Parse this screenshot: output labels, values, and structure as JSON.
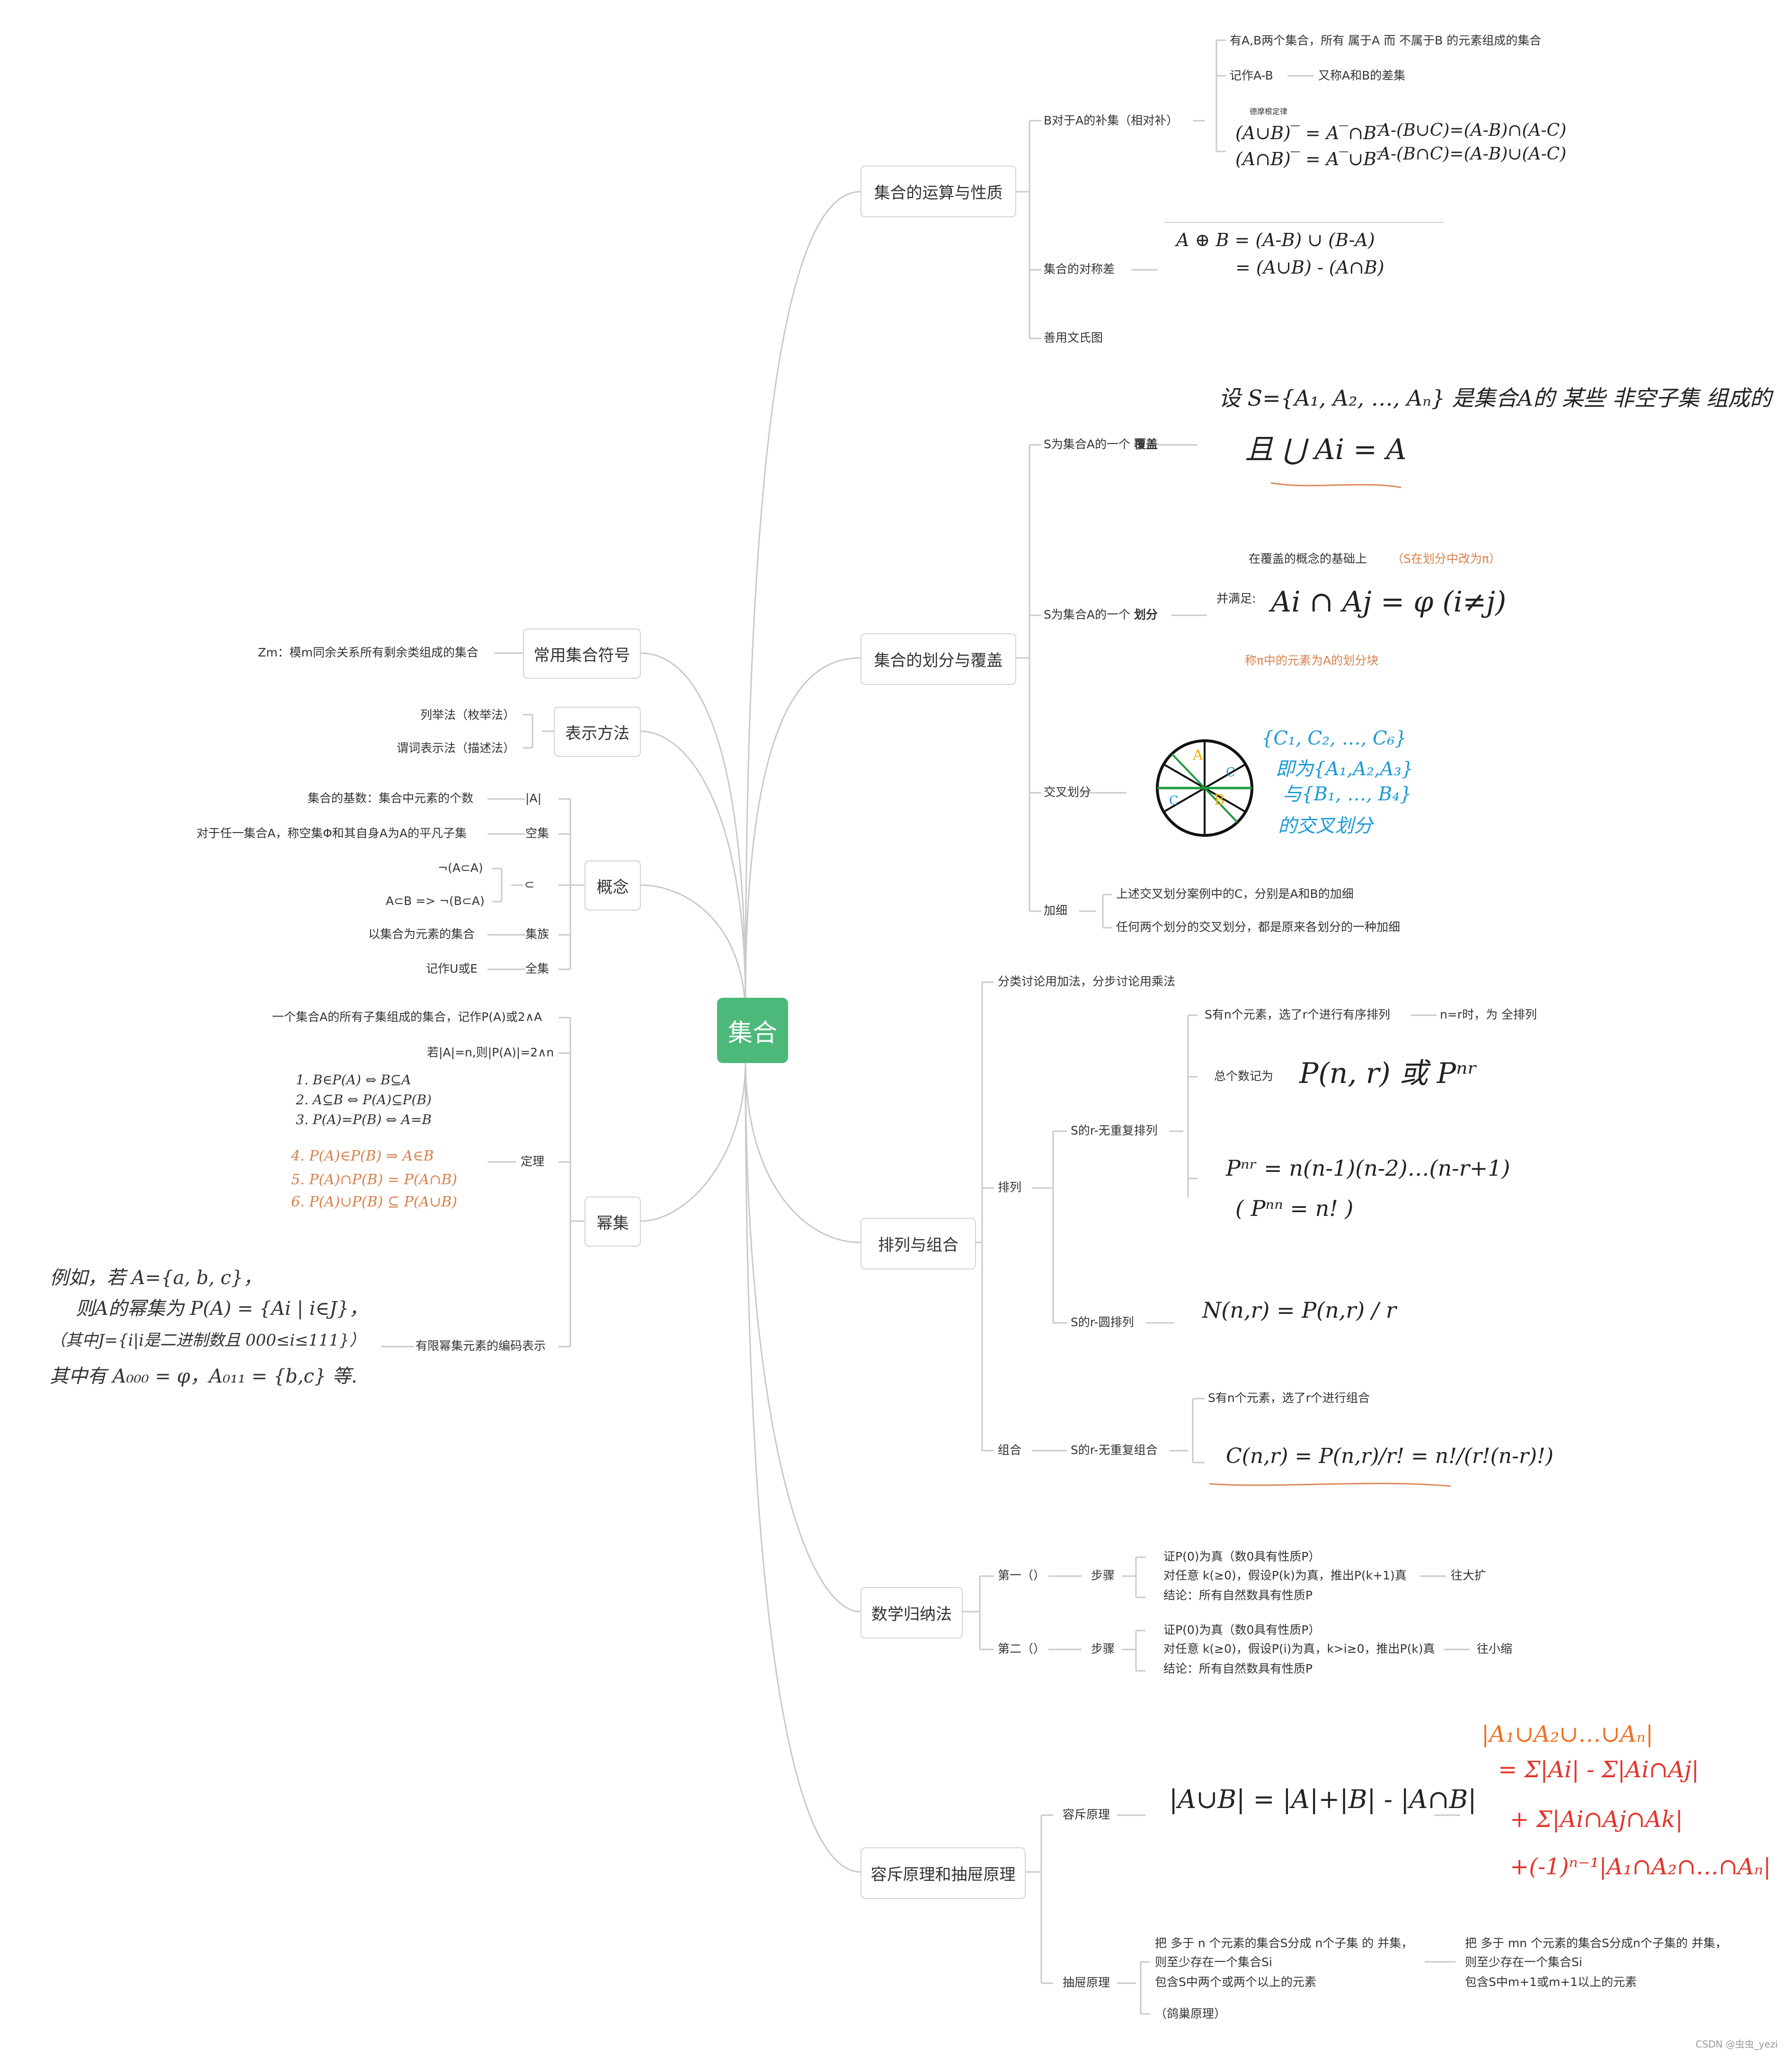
{
  "root": {
    "label": "集合"
  },
  "left": {
    "symbols": {
      "label": "常用集合符号",
      "zm": "Zm：模m同余关系所有剩余类组成的集合"
    },
    "repr": {
      "label": "表示方法",
      "items": [
        "列举法（枚举法）",
        "谓词表示法（描述法）"
      ]
    },
    "concept": {
      "label": "概念",
      "abs_key": "|A|",
      "abs_desc": "集合的基数：集合中元素的个数",
      "empty_key": "空集",
      "empty_desc": "对于任一集合A，称空集Φ和其自身A为A的平凡子集",
      "subset_key": "⊂",
      "subset_1": "¬(A⊂A)",
      "subset_2": "A⊂B => ¬(B⊂A)",
      "family_key": "集族",
      "family_desc": "以集合为元素的集合",
      "universe_key": "全集",
      "universe_desc": "记作U或E"
    },
    "power": {
      "label": "幂集",
      "def": "一个集合A的所有子集组成的集合，记作P(A)或2∧A",
      "size": "若|A|=n,则|P(A)|=2∧n",
      "theorem_label": "定理",
      "theorems": [
        "1. B∈P(A)  ⇔  B⊆A",
        "2. A⊆B  ⇔  P(A)⊆P(B)",
        "3. P(A)=P(B) ⇔ A=B"
      ],
      "theorems_orange": [
        "4. P(A)∈P(B) ⇒ A∈B",
        "5. P(A)∩P(B) = P(A∩B)",
        "6. P(A)∪P(B) ⊆ P(A∪B)"
      ],
      "encoding_label": "有限幂集元素的编码表示",
      "example": [
        "例如，若 A={a, b, c}，",
        "则A的幂集为 P(A) = {Ai | i∈J}，",
        "（其中J={i|i是二进制数且 000≤i≤111}）",
        "其中有 A₀₀₀ = φ，A₀₁₁ = {b,c} 等."
      ]
    }
  },
  "right": {
    "ops": {
      "label": "集合的运算与性质",
      "relcomp": "B对于A的补集（相对补）",
      "relcomp_def": "有A,B两个集合，所有 属于A 而 不属于B 的元素组成的集合",
      "notation": "记作A-B",
      "diff_name": "又称A和B的差集",
      "demorgan_label": "德摩根定律",
      "demorgan": [
        "(A∪B)‾ = A‾∩B‾",
        "(A∩B)‾ = A‾∪B‾"
      ],
      "diff_laws": [
        "A-(B∪C)=(A-B)∩(A-C)",
        "A-(B∩C)=(A-B)∪(A-C)"
      ],
      "symdiff": "集合的对称差",
      "symdiff_f": [
        "A ⊕ B = (A-B) ∪ (B-A)",
        "= (A∪B) - (A∩B)"
      ],
      "venn": "善用文氏图"
    },
    "partition": {
      "label": "集合的划分与覆盖",
      "cover_prefix": "S为集合A的一个 ",
      "cover_bold": "覆盖",
      "cover_hw1": "设 S={A₁, A₂, …, Aₙ} 是集合A的 某些 非空子集 组成的",
      "cover_hw2": "且 ⋃ Ai = A",
      "part_prefix": "S为集合A的一个 ",
      "part_bold": "划分",
      "part_base": "在覆盖的概念的基础上",
      "part_note": "（S在划分中改为π）",
      "part_and": "并满足:",
      "part_f": "Ai ∩ Aj = φ (i≠j)",
      "part_block": "称π中的元素为A的划分块",
      "cross": "交叉划分",
      "cross_hw": [
        "{C₁, C₂, …, C₆}",
        "即为{A₁,A₂,A₃}",
        "与{B₁, …, B₄}",
        "的交叉划分"
      ],
      "refine": "加细",
      "refine_items": [
        "上述交叉划分案例中的C，分别是A和B的加细",
        "任何两个划分的交叉划分，都是原来各划分的一种加细"
      ]
    },
    "perm": {
      "label": "排列与组合",
      "rule": "分类讨论用加法，分步讨论用乘法",
      "perm_key": "排列",
      "r_perm": "S的r-无重复排列",
      "r_perm_def": "S有n个元素，选了r个进行有序排列",
      "full": "n=r时，为 全排列",
      "total": "总个数记为",
      "p_hw": "P(n, r)  或  Pⁿʳ",
      "p_formula": "Pⁿʳ = n(n-1)(n-2)…(n-r+1)",
      "p_full": "( Pⁿⁿ = n! )",
      "circ": "S的r-圆排列",
      "circ_f": "N(n,r) = P(n,r) / r",
      "comb_key": "组合",
      "r_comb": "S的r-无重复组合",
      "r_comb_def": "S有n个元素，选了r个进行组合",
      "comb_f": "C(n,r) = P(n,r)/r! = n!/(r!(n-r)!)"
    },
    "induction": {
      "label": "数学归纳法",
      "first": "第一（）",
      "second": "第二（）",
      "step": "步骤",
      "first_steps": [
        "证P(0)为真（数0具有性质P）",
        "对任意 k(≥0)，假设P(k)为真，推出P(k+1)真",
        "结论：所有自然数具有性质P"
      ],
      "second_steps": [
        "证P(0)为真（数0具有性质P）",
        "对任意 k(≥0)，假设P(i)为真，k>i≥0，推出P(k)真",
        "结论：所有自然数具有性质P"
      ],
      "expand": "往大扩",
      "shrink": "往小缩"
    },
    "incl": {
      "label": "容斥原理和抽屉原理",
      "ie": "容斥原理",
      "ie_f": "|A∪B| = |A|+|B| - |A∩B|",
      "ie_red": [
        "|A₁∪A₂∪…∪Aₙ|",
        "= Σ|Ai| - Σ|Ai∩Aj|",
        "+ Σ|Ai∩Aj∩Ak|",
        "+(-1)ⁿ⁻¹|A₁∩A₂∩…∩Aₙ|"
      ],
      "ph": "抽屉原理",
      "ph_1": [
        "把 多于 n 个元素的集合S分成 n个子集 的 并集，",
        "则至少存在一个集合Si",
        "包含S中两个或两个以上的元素"
      ],
      "ph_2": [
        "把 多于 mn 个元素的集合S分成n个子集的 并集，",
        "则至少存在一个集合Si",
        "包含S中m+1或m+1以上的元素"
      ],
      "ph_note": "（鸽巢原理）"
    }
  },
  "footer": "CSDN @虫虫_yezi"
}
